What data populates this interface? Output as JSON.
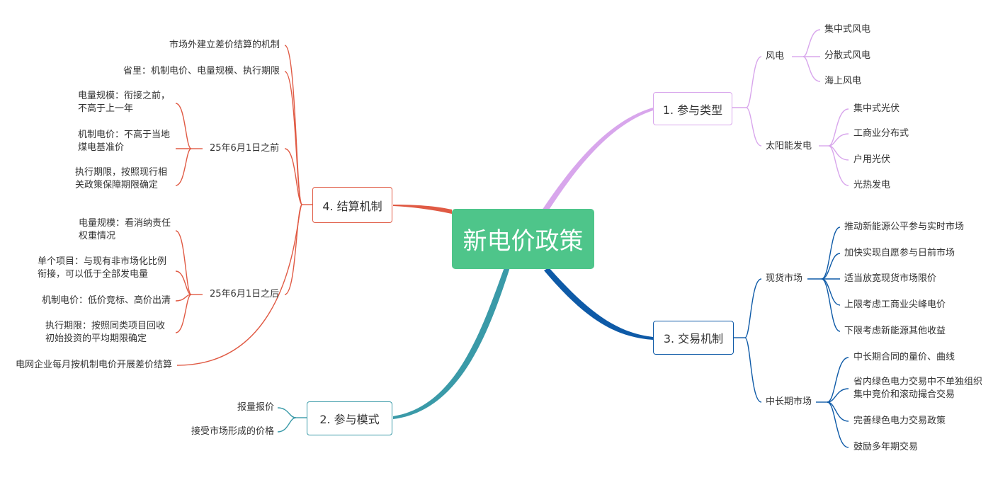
{
  "center": {
    "title": "新电价政策",
    "color": "#4ec58a"
  },
  "colors": {
    "branch1": "#d8a6ec",
    "branch2": "#3a9aa8",
    "branch3": "#0e5aa7",
    "branch4": "#e05a44"
  },
  "branch1": {
    "title": "1. 参与类型",
    "wind": {
      "label": "风电",
      "items": [
        "集中式风电",
        "分散式风电",
        "海上风电"
      ]
    },
    "solar": {
      "label": "太阳能发电",
      "items": [
        "集中式光伏",
        "工商业分布式",
        "户用光伏",
        "光热发电"
      ]
    }
  },
  "branch2": {
    "title": "2. 参与模式",
    "items": [
      "报量报价",
      "接受市场形成的价格"
    ]
  },
  "branch3": {
    "title": "3. 交易机制",
    "spot": {
      "label": "现货市场",
      "items": [
        "推动新能源公平参与实时市场",
        "加快实现自愿参与日前市场",
        "适当放宽现货市场限价",
        "上限考虑工商业尖峰电价",
        "下限考虑新能源其他收益"
      ]
    },
    "mid": {
      "label": "中长期市场",
      "items": [
        "中长期合同的量价、曲线",
        "省内绿色电力交易中不单独组织集中竞价和滚动撮合交易",
        "完善绿色电力交易政策",
        "鼓励多年期交易"
      ]
    }
  },
  "branch4": {
    "title": "4. 结算机制",
    "top_items": [
      "市场外建立差价结算的机制",
      "省里：机制电价、电量规模、执行期限"
    ],
    "before": {
      "label": "25年6月1日之前",
      "items": [
        "电量规模：衔接之前，不高于上一年",
        "机制电价：不高于当地煤电基准价",
        "执行期限，按照现行相关政策保障期限确定"
      ]
    },
    "after": {
      "label": "25年6月1日之后",
      "items": [
        "电量规模：看消纳责任权重情况",
        "单个项目：与现有非市场化比例衔接，可以低于全部发电量",
        "机制电价：低价竞标、高价出清",
        "执行期限：按照同类项目回收初始投资的平均期限确定"
      ]
    },
    "bottom_item": "电网企业每月按机制电价开展差价结算"
  }
}
